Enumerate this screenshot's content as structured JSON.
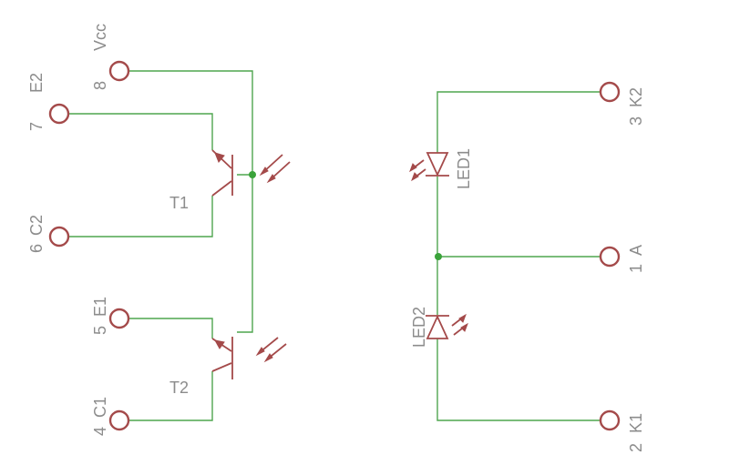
{
  "colors": {
    "wire": "#4fa64f",
    "part": "#a44a4a",
    "label": "#8c8c8c",
    "junction": "#3aa33a",
    "background": "#ffffff"
  },
  "pins": {
    "vcc": "8",
    "vcc_name": "Vcc",
    "e2": "7",
    "e2_name": "E2",
    "c2": "6",
    "c2_name": "C2",
    "e1": "5",
    "e1_name": "E1",
    "c1": "4",
    "c1_name": "C1",
    "k2": "3",
    "k2_name": "K2",
    "a": "1",
    "a_name": "A",
    "k1": "2",
    "k1_name": "K1"
  },
  "parts": {
    "t1": "T1",
    "t2": "T2",
    "led1": "LED1",
    "led2": "LED2"
  },
  "icons": {
    "transistor": "phototransistor-icon",
    "led": "led-icon",
    "pad": "pad-icon",
    "junction": "junction-dot-icon"
  }
}
